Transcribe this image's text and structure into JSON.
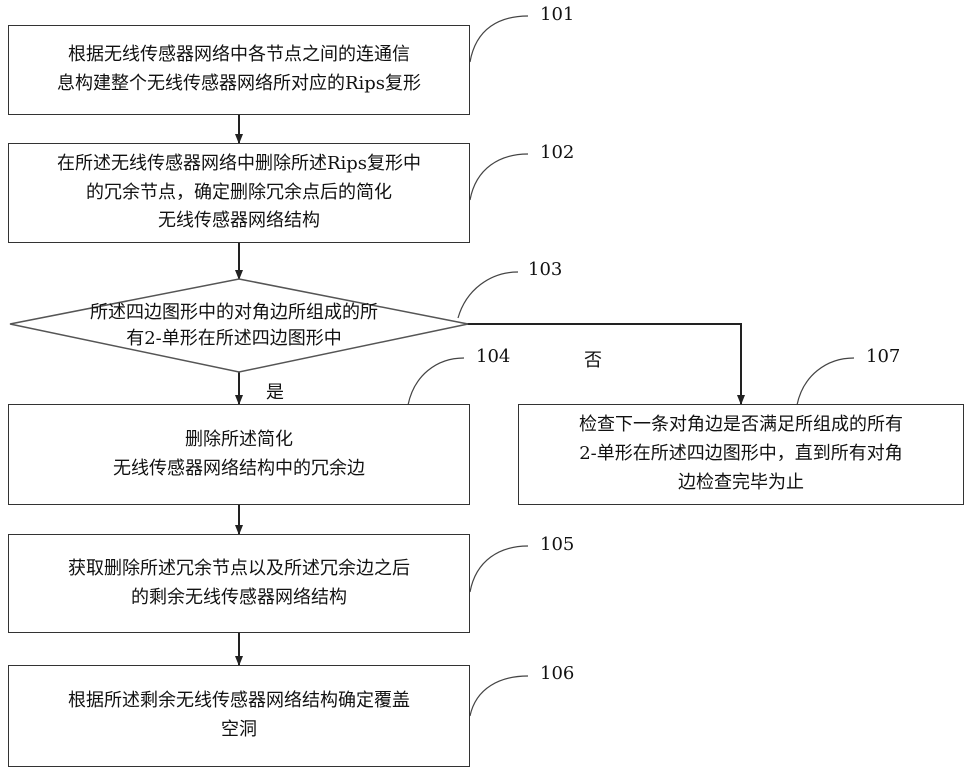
{
  "steps": {
    "s101": {
      "number": "101",
      "lines": [
        "根据无线传感器网络中各节点之间的连通信",
        "息构建整个无线传感器网络所对应的Rips复形"
      ]
    },
    "s102": {
      "number": "102",
      "lines": [
        "在所述无线传感器网络中删除所述Rips复形中",
        "的冗余节点，确定删除冗余点后的简化",
        "无线传感器网络结构"
      ]
    },
    "s103": {
      "number": "103",
      "lines": [
        "所述四边图形中的对角边所组成的所",
        "有2-单形在所述四边图形中"
      ]
    },
    "s104": {
      "number": "104",
      "lines": [
        "删除所述简化",
        "无线传感器网络结构中的冗余边"
      ]
    },
    "s105": {
      "number": "105",
      "lines": [
        "获取删除所述冗余节点以及所述冗余边之后",
        "的剩余无线传感器网络结构"
      ]
    },
    "s106": {
      "number": "106",
      "lines": [
        "根据所述剩余无线传感器网络结构确定覆盖",
        "空洞"
      ]
    },
    "s107": {
      "number": "107",
      "lines": [
        "检查下一条对角边是否满足所组成的所有",
        "2-单形在所述四边图形中，直到所有对角",
        "边检查完毕为止"
      ]
    }
  },
  "branches": {
    "yes": "是",
    "no": "否"
  }
}
